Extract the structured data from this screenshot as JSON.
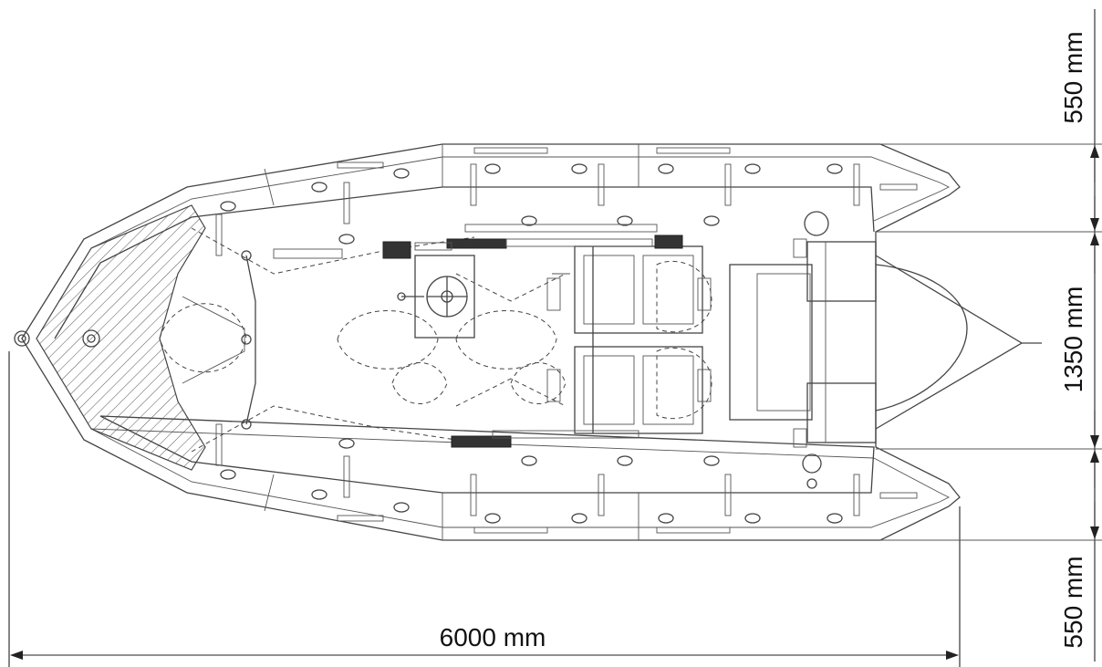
{
  "dimensions": {
    "length": "6000 mm",
    "tube_top": "550 mm",
    "inner_beam": "1350 mm",
    "tube_bottom": "550 mm"
  },
  "colors": {
    "line": "#444444",
    "text": "#111111",
    "hatch": "#555555",
    "dark_block": "#333333"
  }
}
